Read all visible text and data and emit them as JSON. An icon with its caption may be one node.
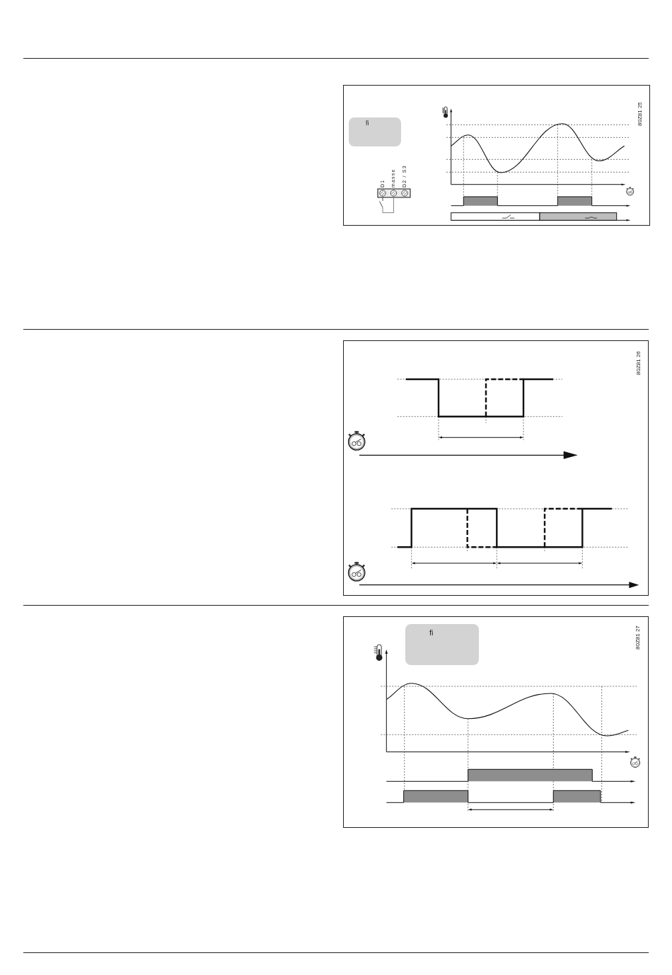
{
  "diagram": {
    "nodes": [
      {
        "text": [
          "fi"
        ]
      },
      {
        "text": [
          "fi"
        ]
      }
    ],
    "labels": [
      "D1",
      "masse",
      "D2 / S3",
      "80Z81 25",
      "80Z81 26",
      "80Z81 27"
    ]
  }
}
